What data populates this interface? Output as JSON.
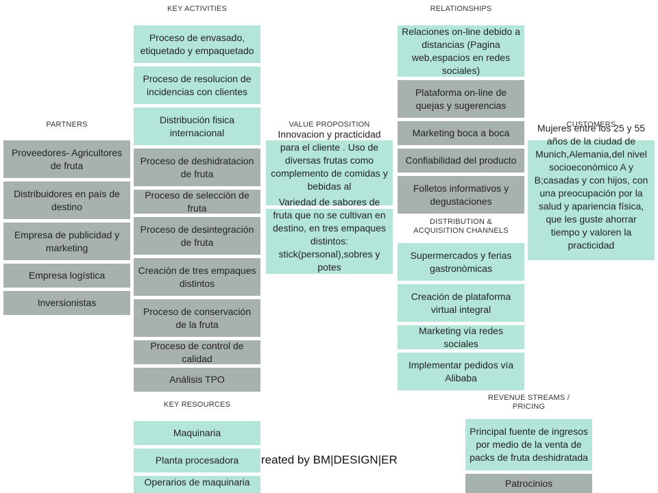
{
  "headers": {
    "key_activities": "KEY ACTIVITIES",
    "relationships": "RELATIONSHIPS",
    "partners": "PARTNERS",
    "value_proposition": "VALUE PROPOSITION",
    "customers": "CUSTOMERS",
    "distribution": "DISTRIBUTION  &\nACQUISITION  CHANNELS",
    "key_resources": "KEY RESOURCES",
    "revenue": "REVENUE STREAMS  /\nPRICING"
  },
  "partners": [
    "Proveedores- Agricultores de fruta",
    "Distribuidores en país de destino",
    "Empresa de publicidad y marketing",
    "Empresa logística",
    "Inversionistas"
  ],
  "key_activities": [
    "Proceso de envasado, etiquetado y empaquetado",
    "Proceso de resolucion de incidencias con clientes",
    "Distribución fisica internacional",
    "Proceso de deshidratacion de fruta",
    "Proceso de selecciòn de fruta",
    "Proceso de desintegración de fruta",
    "Creaciòn de tres empaques distintos",
    "Proceso de conservación de la fruta",
    "Proceso de control de calidad",
    "Análisis TPO"
  ],
  "value_proposition": [
    "Innovacion y practicidad para el cliente . Uso de diversas frutas como complemento de comidas y bebidas al",
    "Variedad de sabores de fruta que no se cultivan en destino, en tres empaques distintos: stick(personal),sobres y potes"
  ],
  "relationships": [
    "Relaciones on-line debido a distancias (Pagina web,espacios en redes sociales)",
    "Plataforma on-line de quejas y sugerencias",
    "Marketing boca a boca",
    "Confiabilidad del producto",
    "Folletos informativos y degustaciones"
  ],
  "customers": "Mujeres entre los 25 y 55 años de la ciudad de Munich,Alemania,del nivel socioeconómico A y B;casadas y con hijos, con una preocupación por la salud y apariencia física, que les guste ahorrar tiempo y valoren la practicidad",
  "distribution": [
    "Supermercados y ferias gastronòmicas",
    "Creación de plataforma virtual integral",
    "Marketing vía redes sociales",
    "Implementar pedidos vía Alibaba"
  ],
  "key_resources": [
    "Maquinaria",
    "Planta procesadora",
    "Operarios de maquinaria"
  ],
  "revenue": [
    "Principal fuente de ingresos por medio de la venta de packs de fruta deshidratada",
    "Patrocinios"
  ],
  "credit": "reated by BM|DESIGN|ER"
}
